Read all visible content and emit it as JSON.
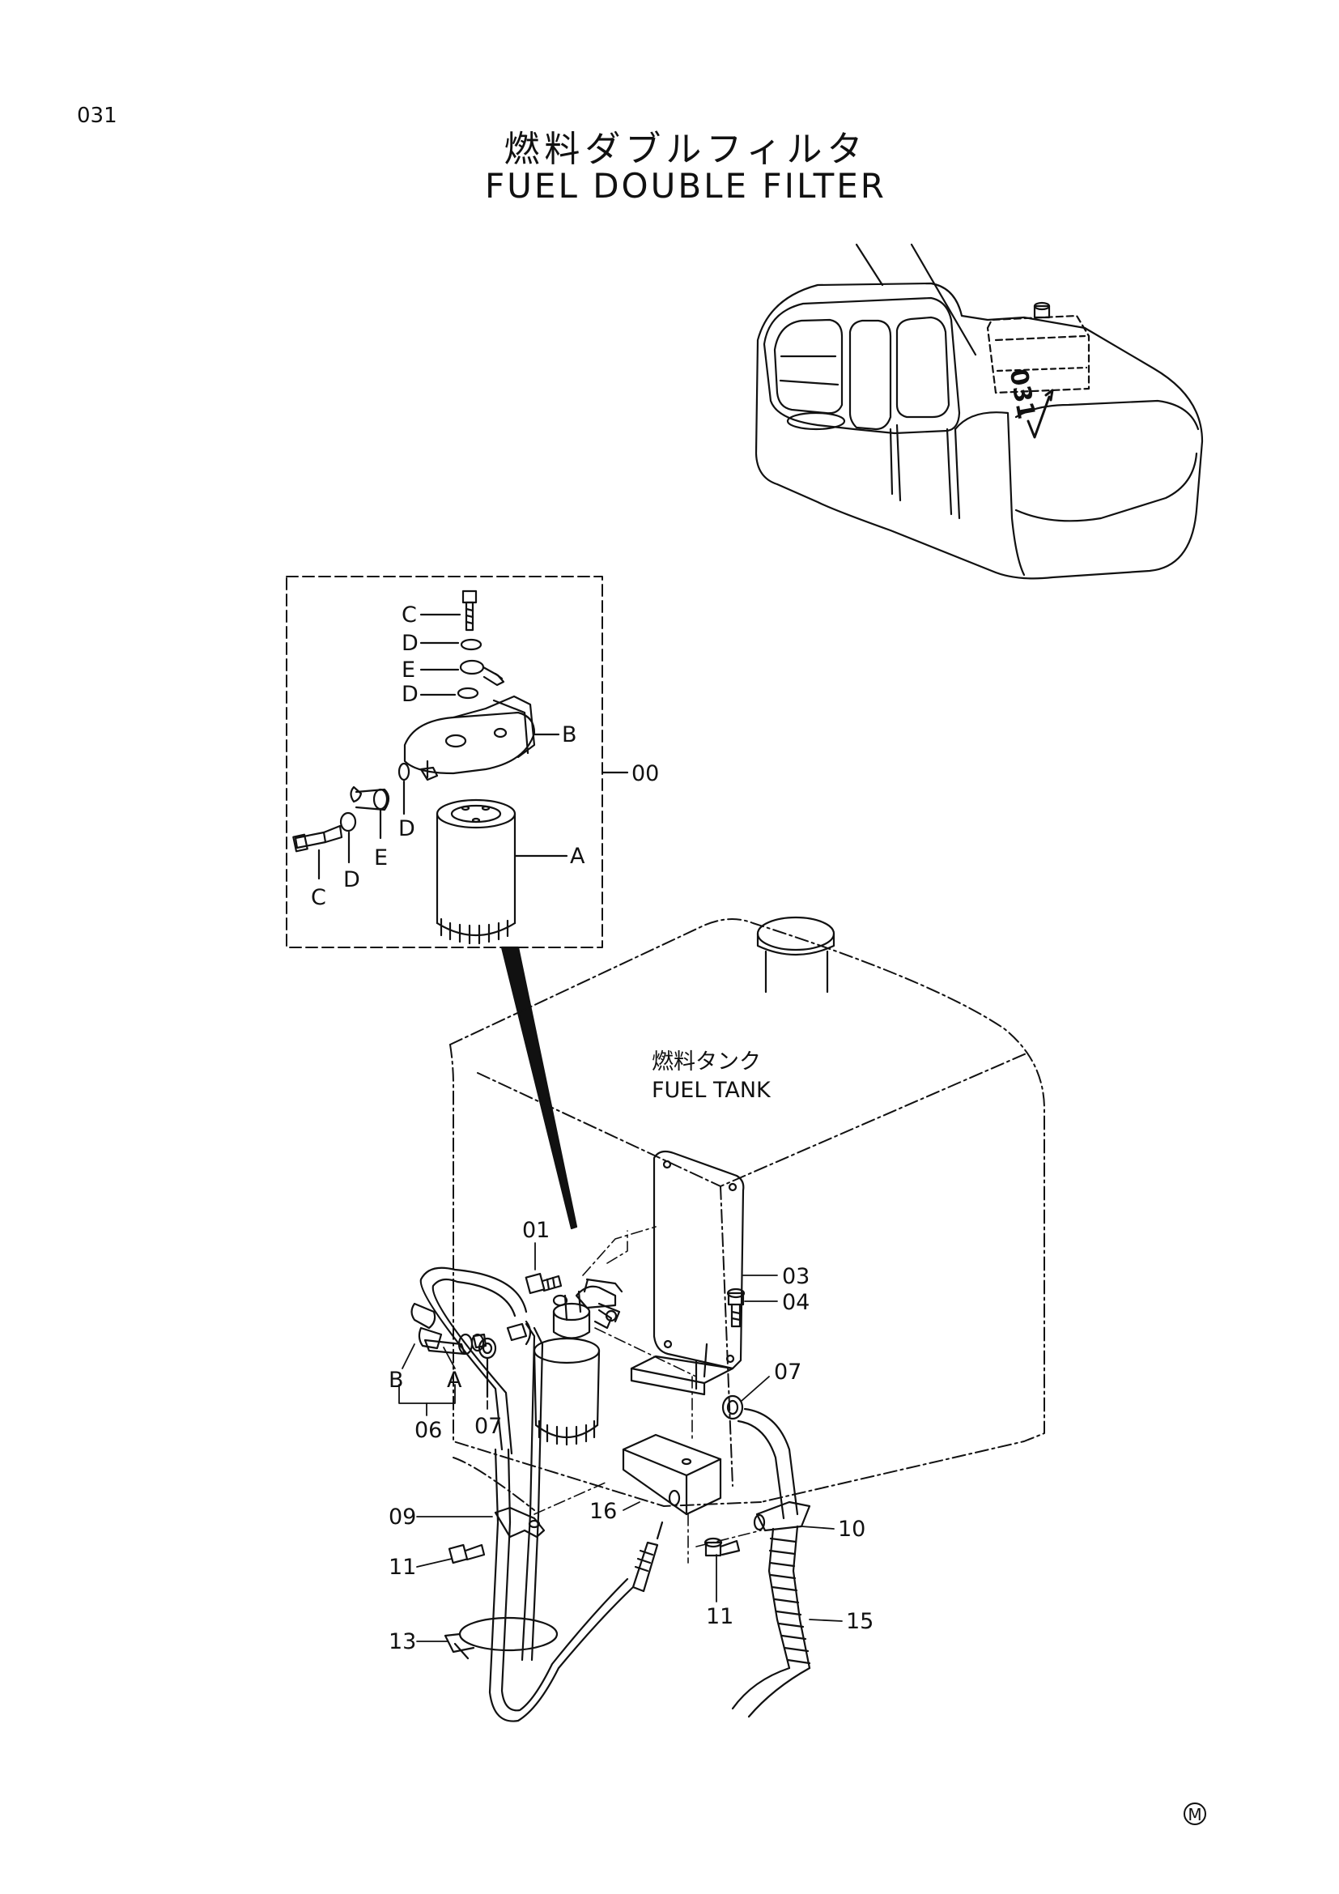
{
  "page_number": "031",
  "title": {
    "japanese": "燃料ダブルフィルタ",
    "english": "FUEL DOUBLE FILTER"
  },
  "fuel_tank_label": {
    "japanese": "燃料タンク",
    "english": "FUEL TANK"
  },
  "detail_callouts": {
    "C1": "C",
    "D1": "D",
    "E1": "E",
    "D2": "D",
    "B": "B",
    "assembly": "00",
    "A": "A",
    "D3": "D",
    "E2": "E",
    "D4": "D",
    "C2": "C"
  },
  "main_callouts": {
    "p01": "01",
    "p03": "03",
    "p04": "04",
    "p07a": "07",
    "p07b": "07",
    "p06": "06",
    "pB": "B",
    "pA": "A",
    "p09": "09",
    "p16": "16",
    "p10": "10",
    "p11a": "11",
    "p11b": "11",
    "p13": "13",
    "p15": "15"
  },
  "corner_mark": "M"
}
